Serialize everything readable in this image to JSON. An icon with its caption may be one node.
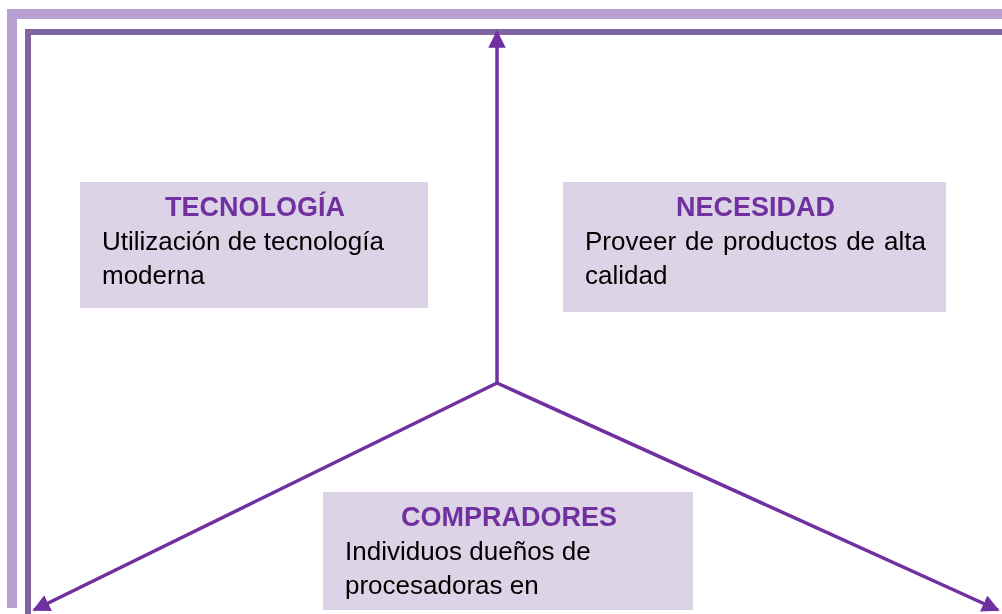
{
  "diagram": {
    "nodes": [
      {
        "text": [
          "TECNOLOGÍA",
          "Utilización de tecnología moderna"
        ]
      },
      {
        "text": [
          "NECESIDAD",
          "Proveer de productos de alta calidad"
        ]
      },
      {
        "text": [
          "COMPRADORES",
          "Individuos dueños de procesadoras en"
        ]
      }
    ]
  }
}
